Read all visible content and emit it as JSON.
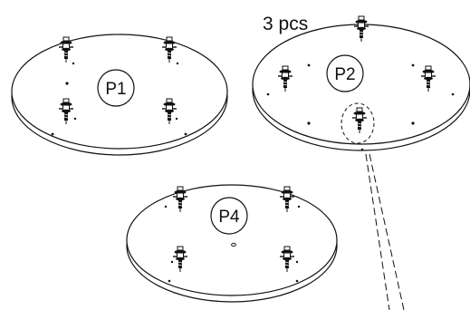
{
  "quantity_note": "3 pcs",
  "plates": [
    {
      "id": "p1",
      "label": "P1"
    },
    {
      "id": "p2",
      "label": "P2"
    },
    {
      "id": "p4",
      "label": "P4"
    }
  ],
  "colors": {
    "line": "#111111",
    "background": "#ffffff"
  }
}
